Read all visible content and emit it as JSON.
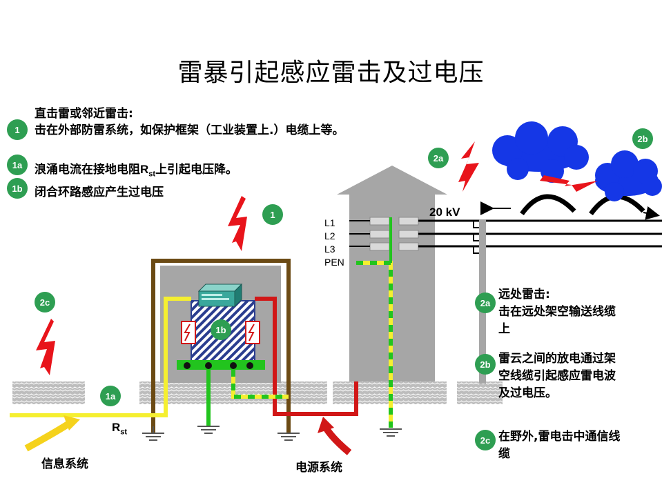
{
  "title": "雷暴引起感应雷击及过电压",
  "notes": {
    "n1_line1": "直击雷或邻近雷击:",
    "n1_line2": "击在外部防雷系统，如保护框架（工业装置上.）电缆上等。",
    "n1a_pre": "浪涌电流在接地电阻",
    "n1a_r": "R",
    "n1a_sub": "st",
    "n1a_post": "上引起电压降。",
    "n1b": "闭合环路感应产生过电压",
    "n2a_line1": "远处雷击:",
    "n2a_line2": "击在远处架空输送线缆",
    "n2a_line3": "上",
    "n2b_line1": "雷云之间的放电通过架",
    "n2b_line2": "空线缆引起感应雷电波",
    "n2b_line3": "及过电压。",
    "n2c_line1": "在野外,雷电击中通信线",
    "n2c_line2": "缆"
  },
  "badges": {
    "b1": "1",
    "b1a": "1a",
    "b1b": "1b",
    "b2a": "2a",
    "b2b": "2b",
    "b2c": "2c"
  },
  "line_labels": {
    "l1": "L1",
    "l2": "L2",
    "l3": "L3",
    "pen": "PEN"
  },
  "voltage": "20 kV",
  "rst_r": "R",
  "rst_sub": "st",
  "captions": {
    "info": "信息系统",
    "power": "电源系统"
  },
  "colors": {
    "badge": "#2e9e52",
    "lightning": "#e8141b",
    "cloud": "#1537e6",
    "frame": "#6b4a14",
    "yellow": "#f5ef30",
    "green": "#22c41e",
    "red": "#d11717",
    "building": "#a6a6a6"
  }
}
